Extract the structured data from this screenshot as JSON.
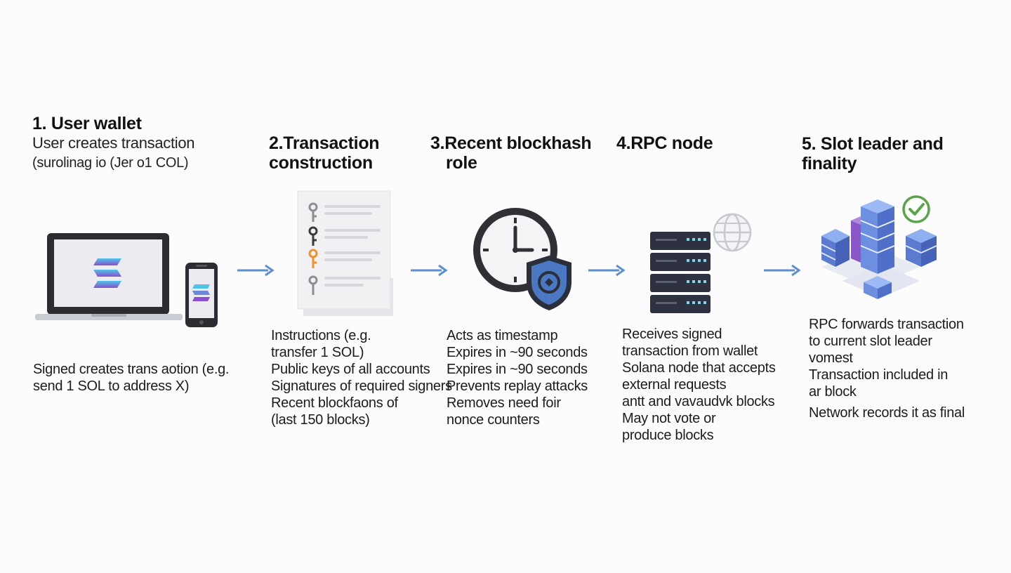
{
  "steps": [
    {
      "title_lines": [
        "1. User wallet"
      ],
      "subtitle_lines": [
        "User creates transaction",
        "(surolinag io (Jer o1 COL)"
      ],
      "desc_lines": [
        "Signed creates trans aotion (e.g.",
        "send 1 SOL to address X)"
      ],
      "icons": [
        "laptop-icon",
        "smartphone-icon",
        "solana-logo-icon"
      ]
    },
    {
      "title_lines": [
        "2.Transaction",
        "construction"
      ],
      "desc_lines": [
        "Instructions (e.g.",
        "transfer 1 SOL)",
        "Public keys of all accounts",
        "Signatures of required signers",
        "Recent blockfaons of",
        "(last 150 blocks)"
      ],
      "icons": [
        "document-icon",
        "key-icon"
      ]
    },
    {
      "title_lines": [
        "3.Recent blockhash",
        "role"
      ],
      "desc_lines": [
        "Acts as timestamp",
        "Expires in ~90 seconds",
        "Expires in ~90 seconds",
        "Prevents replay attacks",
        "Removes need foir",
        "nonce counters"
      ],
      "icons": [
        "clock-icon",
        "shield-icon"
      ]
    },
    {
      "title_lines": [
        "4.RPC node"
      ],
      "desc_lines": [
        "Receives signed",
        "transaction from wallet",
        "Solana node that accepts",
        "external requests",
        "antt and vavaudvk blocks",
        "May not vote or",
        "produce blocks"
      ],
      "icons": [
        "server-icon",
        "globe-icon"
      ]
    },
    {
      "title_lines": [
        "5. Slot leader and",
        "finality"
      ],
      "desc_lines": [
        "RPC forwards transaction",
        "to current slot leader",
        "vomest",
        "Transaction included in",
        "ar block",
        "Network records it as final"
      ],
      "icons": [
        "block-stack-icon",
        "checkmark-icon"
      ]
    }
  ],
  "colors": {
    "arrow": "#5b8fd1",
    "device_frame": "#2b2d33",
    "key_gray": "#8a8d92",
    "key_dark": "#3a3a3a",
    "key_orange": "#f0922b",
    "shield_blue": "#4a78c2",
    "server_dark": "#2e3240",
    "server_led": "#7fd6e6",
    "block_blue": "#6c8fe0",
    "block_purple": "#8a57c8",
    "check_green": "#5aa34a"
  }
}
